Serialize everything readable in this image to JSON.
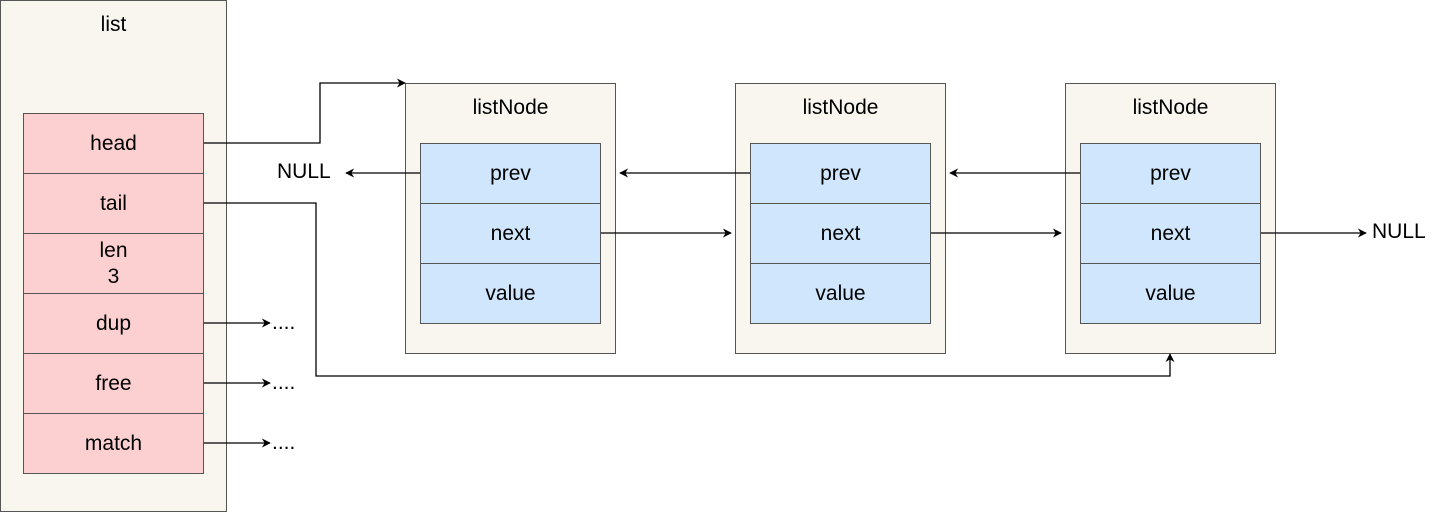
{
  "list": {
    "title": "list",
    "fields": {
      "head": "head",
      "tail": "tail",
      "len": "len",
      "len_value": "3",
      "dup": "dup",
      "free": "free",
      "match": "match"
    },
    "dup_target": "....",
    "free_target": "....",
    "match_target": "...."
  },
  "nodes": [
    {
      "title": "listNode",
      "prev": "prev",
      "next": "next",
      "value": "value"
    },
    {
      "title": "listNode",
      "prev": "prev",
      "next": "next",
      "value": "value"
    },
    {
      "title": "listNode",
      "prev": "prev",
      "next": "next",
      "value": "value"
    }
  ],
  "null_left": "NULL",
  "null_right": "NULL",
  "colors": {
    "list_field_fill": "#fcd0d0",
    "node_field_fill": "#cfe6fc",
    "container_fill": "#f8f6ef"
  }
}
